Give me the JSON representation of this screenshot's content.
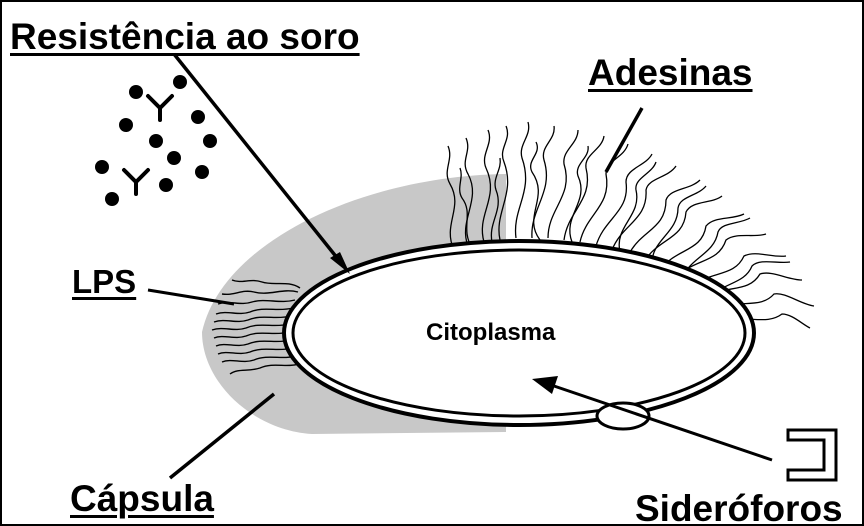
{
  "labels": {
    "serum_resistance": "Resistência ao soro",
    "adhesins": "Adesinas",
    "lps": "LPS",
    "capsule": "Cápsula",
    "cytoplasm": "Citoplasma",
    "siderophores": "Sideróforos"
  },
  "colors": {
    "ink": "#000000",
    "capsule_fill": "#c8c8c8",
    "background": "#ffffff"
  }
}
